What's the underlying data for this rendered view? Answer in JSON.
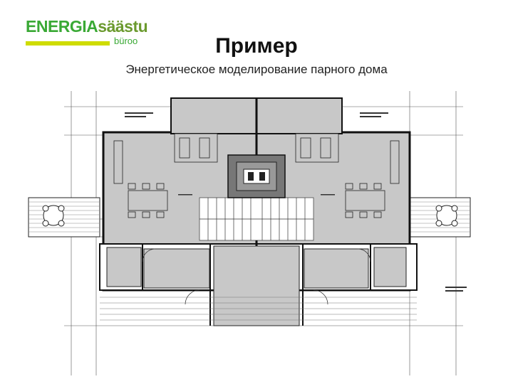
{
  "logo": {
    "brand_part1": "ENERGIA",
    "brand_part2": "säästu",
    "sub": "büroo"
  },
  "slide": {
    "title": "Пример",
    "subtitle": "Энергетическое моделирование парного дома"
  },
  "colors": {
    "logo_green": "#3aa935",
    "logo_yellow": "#cfdc00",
    "plan_fill": "#c8c8c8",
    "plan_line": "#222222"
  }
}
